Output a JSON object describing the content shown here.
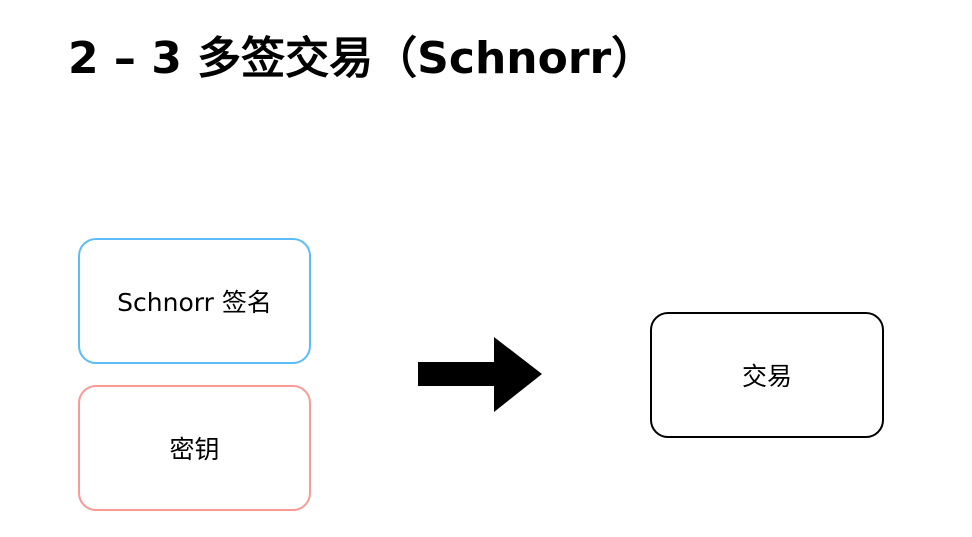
{
  "title": "2 – 3 多签交易（Schnorr）",
  "inputs": [
    {
      "label": "Schnorr 签名",
      "color": "#5bbcf8"
    },
    {
      "label": "密钥",
      "color": "#f99a94"
    }
  ],
  "output": {
    "label": "交易",
    "color": "#000000"
  },
  "arrow_icon": "right-arrow-icon"
}
